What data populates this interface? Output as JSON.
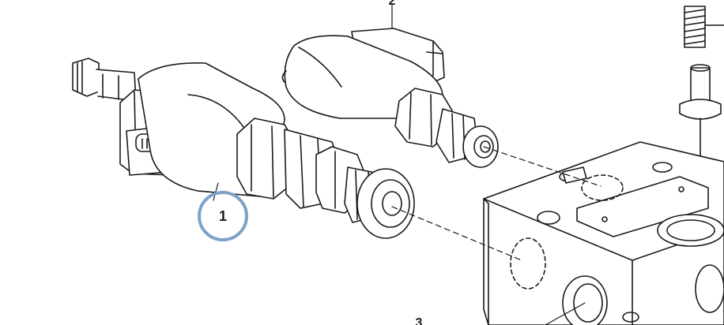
{
  "diagram": {
    "callouts": [
      {
        "id": "1",
        "label": "1",
        "highlighted": true
      },
      {
        "id": "2",
        "label": "2",
        "highlighted": false
      },
      {
        "id": "3",
        "label": "3",
        "highlighted": false
      }
    ],
    "colors": {
      "line": "#1a1a1a",
      "highlight_ring": "#7ea1c8",
      "background": "#ffffff"
    }
  }
}
